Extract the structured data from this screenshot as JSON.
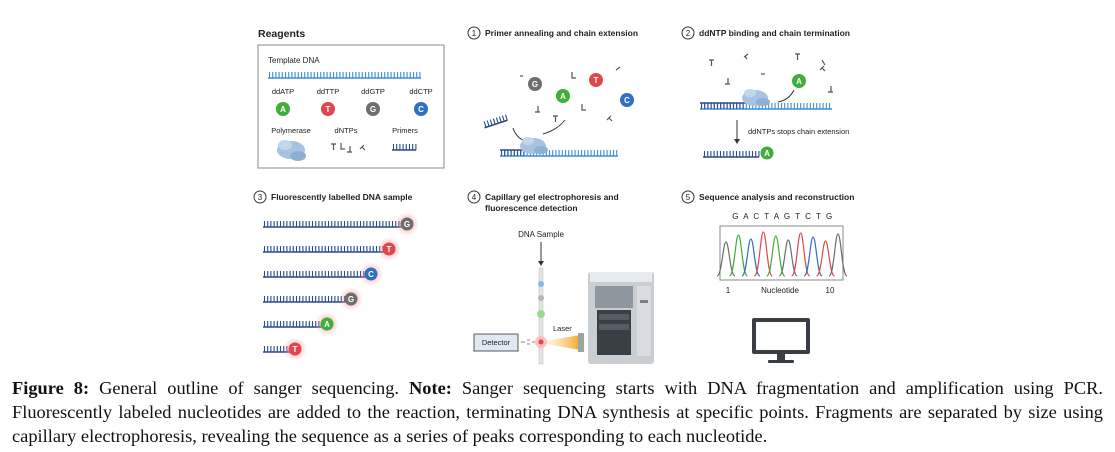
{
  "reagents": {
    "title": "Reagents",
    "template_label": "Template DNA",
    "nucleotide_labels": [
      "ddATP",
      "ddTTP",
      "ddGTP",
      "ddCTP"
    ],
    "polymerase_label": "Polymerase",
    "dntps_label": "dNTPs",
    "primers_label": "Primers"
  },
  "bases": {
    "A": {
      "letter": "A",
      "color": "#3fae3a"
    },
    "T": {
      "letter": "T",
      "color": "#e0474c"
    },
    "G": {
      "letter": "G",
      "color": "#6e6e6e"
    },
    "C": {
      "letter": "C",
      "color": "#2f6fc4"
    }
  },
  "steps": [
    {
      "number": "1",
      "title": "Primer annealing and chain extension"
    },
    {
      "number": "2",
      "title": "ddNTP binding and chain termination",
      "note": "ddNTPs stops chain extension"
    },
    {
      "number": "3",
      "title": "Fluorescently labelled DNA sample",
      "fragments": [
        "G",
        "T",
        "C",
        "G",
        "A",
        "T"
      ]
    },
    {
      "number": "4",
      "title_line1": "Capillary gel electrophoresis and",
      "title_line2": "fluorescence detection",
      "sample_label": "DNA Sample",
      "laser_label": "Laser",
      "detector_label": "Detector"
    },
    {
      "number": "5",
      "title": "Sequence analysis and reconstruction",
      "sequence": "G A C T A G T C T G",
      "axis_start": "1",
      "axis_label": "Nucleotide",
      "axis_end": "10"
    }
  ],
  "caption": {
    "figure_label": "Figure 8:",
    "lead": "General outline of sanger sequencing.",
    "note_label": "Note:",
    "body": "Sanger sequencing starts with DNA fragmentation and amplification using PCR. Fluorescently labeled nucleotides are added to the reaction, terminating DNA synthesis at specific points. Fragments are separated by size using capillary electrophoresis, revealing the sequence as a series of peaks corresponding to each nucleotide."
  }
}
